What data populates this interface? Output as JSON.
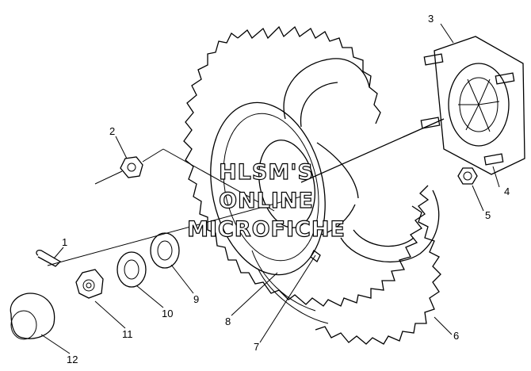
{
  "diagram": {
    "watermark": [
      "HLSM'S",
      "ONLINE",
      "MICROFICHE"
    ],
    "callouts": {
      "c1": "1",
      "c2": "2",
      "c3": "3",
      "c4": "4",
      "c5": "5",
      "c6": "6",
      "c7": "7",
      "c8": "8",
      "c9": "9",
      "c10": "10",
      "c11": "11",
      "c12": "12"
    }
  }
}
